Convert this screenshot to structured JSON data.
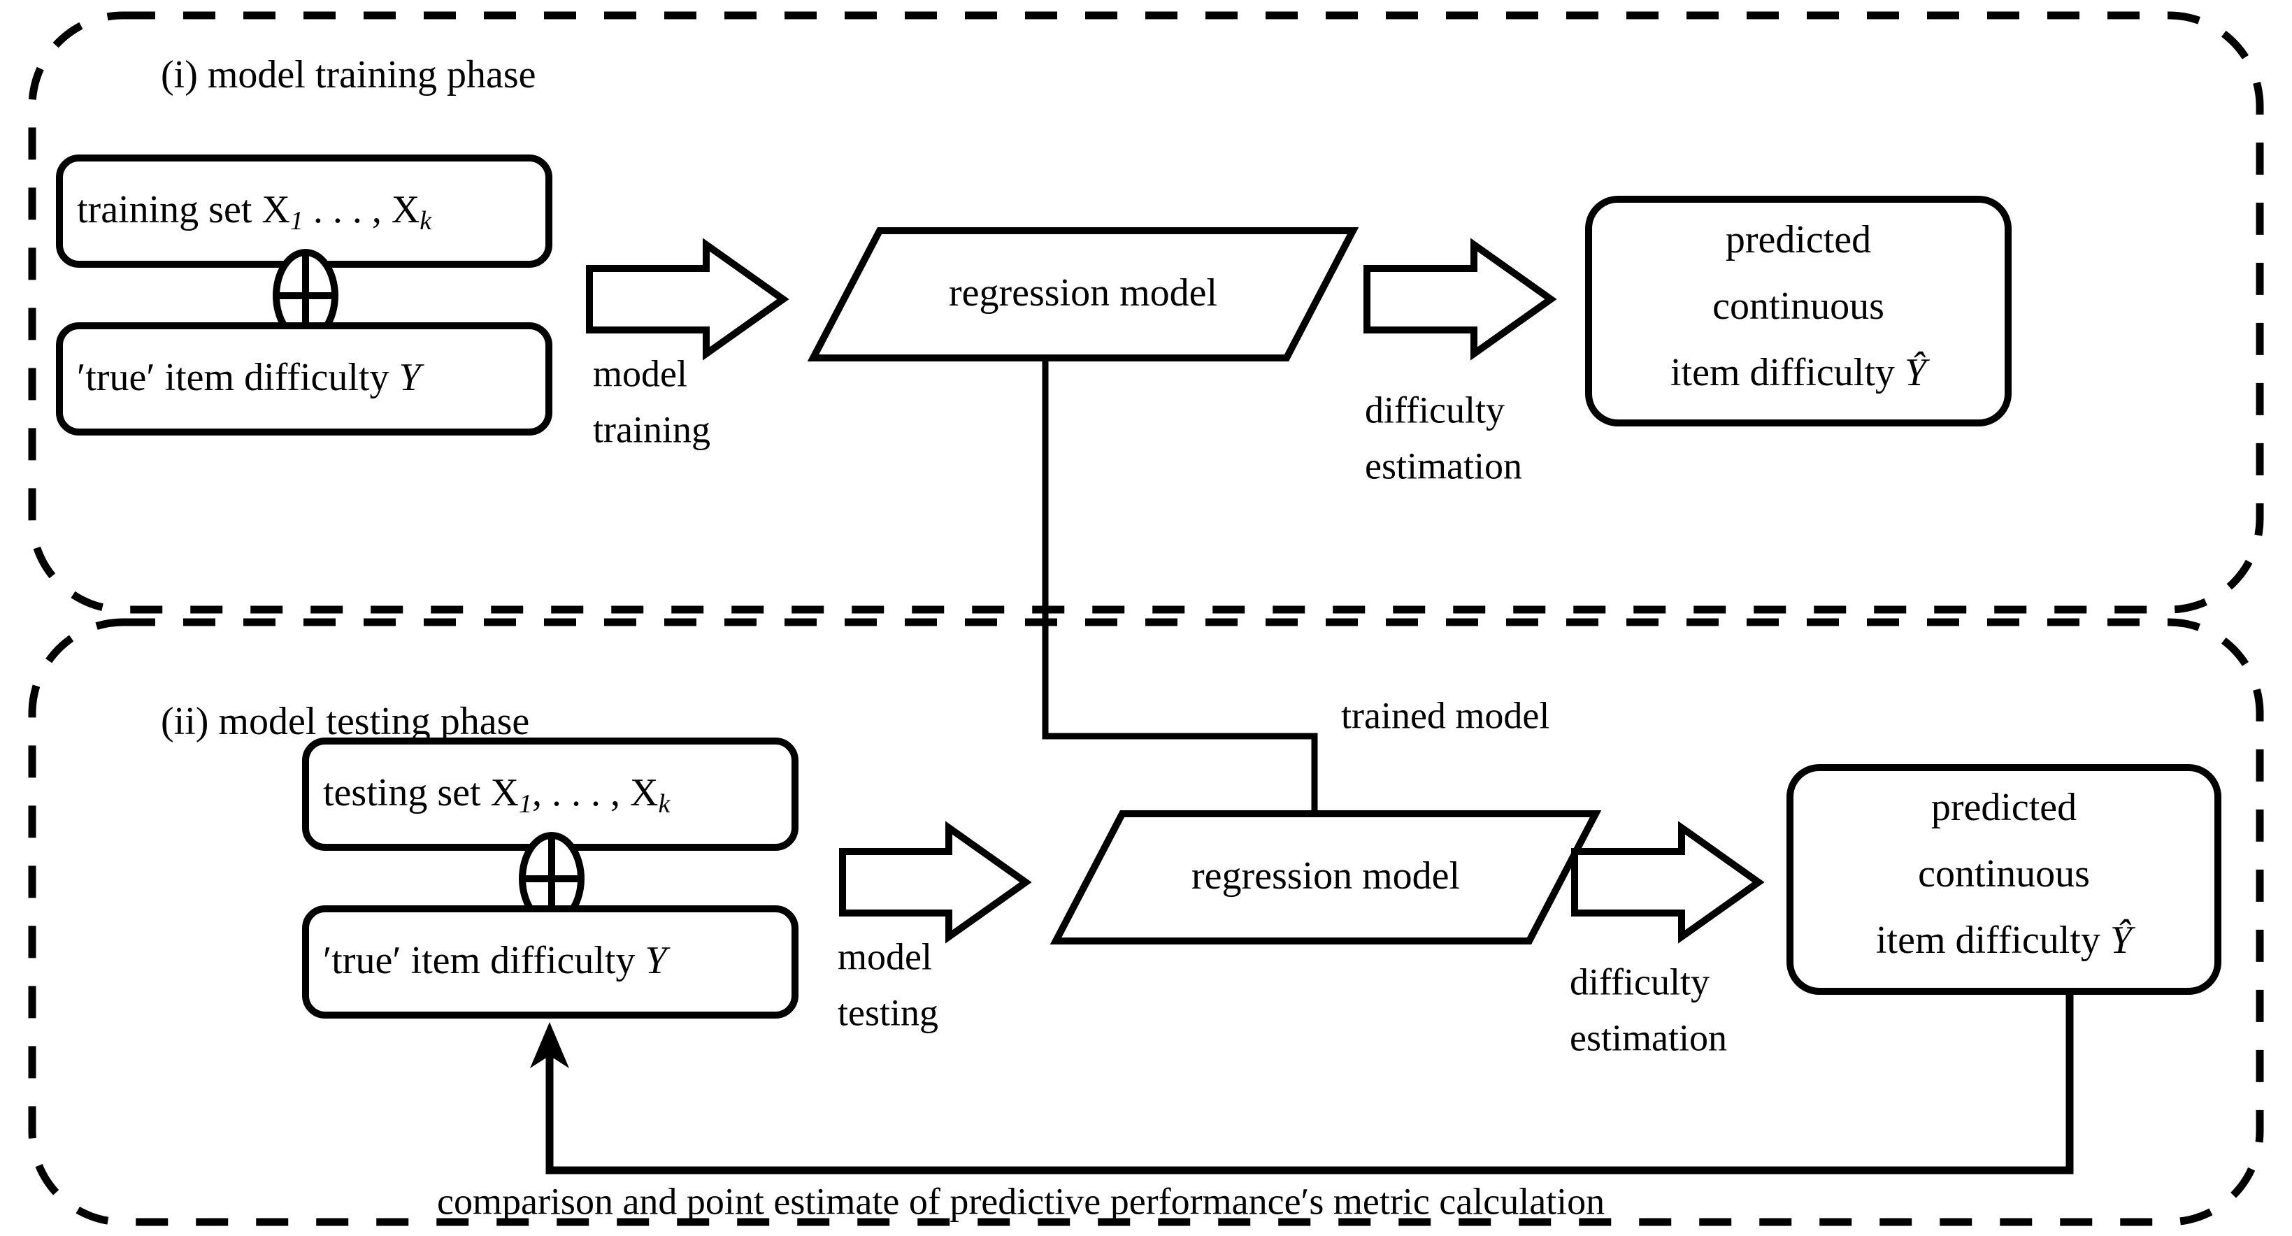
{
  "diagram": {
    "title_semantic": "regression-based item difficulty prediction workflow",
    "background_color": "#ffffff",
    "line_color": "#000000"
  },
  "phases": [
    {
      "id": "training",
      "label": "(i) model training phase",
      "inputs": {
        "dataset_box": "training set X₁ . . . , Xₖ",
        "dataset_main": "training set X",
        "dataset_sub1": "1",
        "dataset_mid": " . . . , X",
        "dataset_sub2": "k",
        "combine_icon": "oplus-icon",
        "target_box": "′true′ item difficulty Y",
        "target_main": "′true′ item difficulty ",
        "target_var": "Y"
      },
      "edge_in_label_line1": "model",
      "edge_in_label_line2": "training",
      "process": "regression model",
      "edge_out_label_line1": "difficulty",
      "edge_out_label_line2": "estimation",
      "output": {
        "line1": "predicted",
        "line2": "continuous",
        "line3": "item difficulty ",
        "var": "Ŷ"
      }
    },
    {
      "id": "testing",
      "label": "(ii) model testing phase",
      "inputs": {
        "dataset_box": "testing set X₁, . . . , Xₖ",
        "dataset_main": "testing set X",
        "dataset_sub1": "1",
        "dataset_mid": ", . . . , X",
        "dataset_sub2": "k",
        "combine_icon": "oplus-icon",
        "target_box": "′true′ item difficulty Y",
        "target_main": "′true′ item difficulty ",
        "target_var": "Y"
      },
      "edge_in_label_line1": "model",
      "edge_in_label_line2": "testing",
      "process": "regression model",
      "edge_out_label_line1": "difficulty",
      "edge_out_label_line2": "estimation",
      "output": {
        "line1": "predicted",
        "line2": "continuous",
        "line3": "item difficulty ",
        "var": "Ŷ"
      }
    }
  ],
  "connectors": {
    "trained_model_label": "trained model",
    "feedback_label": "comparison and point estimate of predictive performance′s metric calculation"
  }
}
